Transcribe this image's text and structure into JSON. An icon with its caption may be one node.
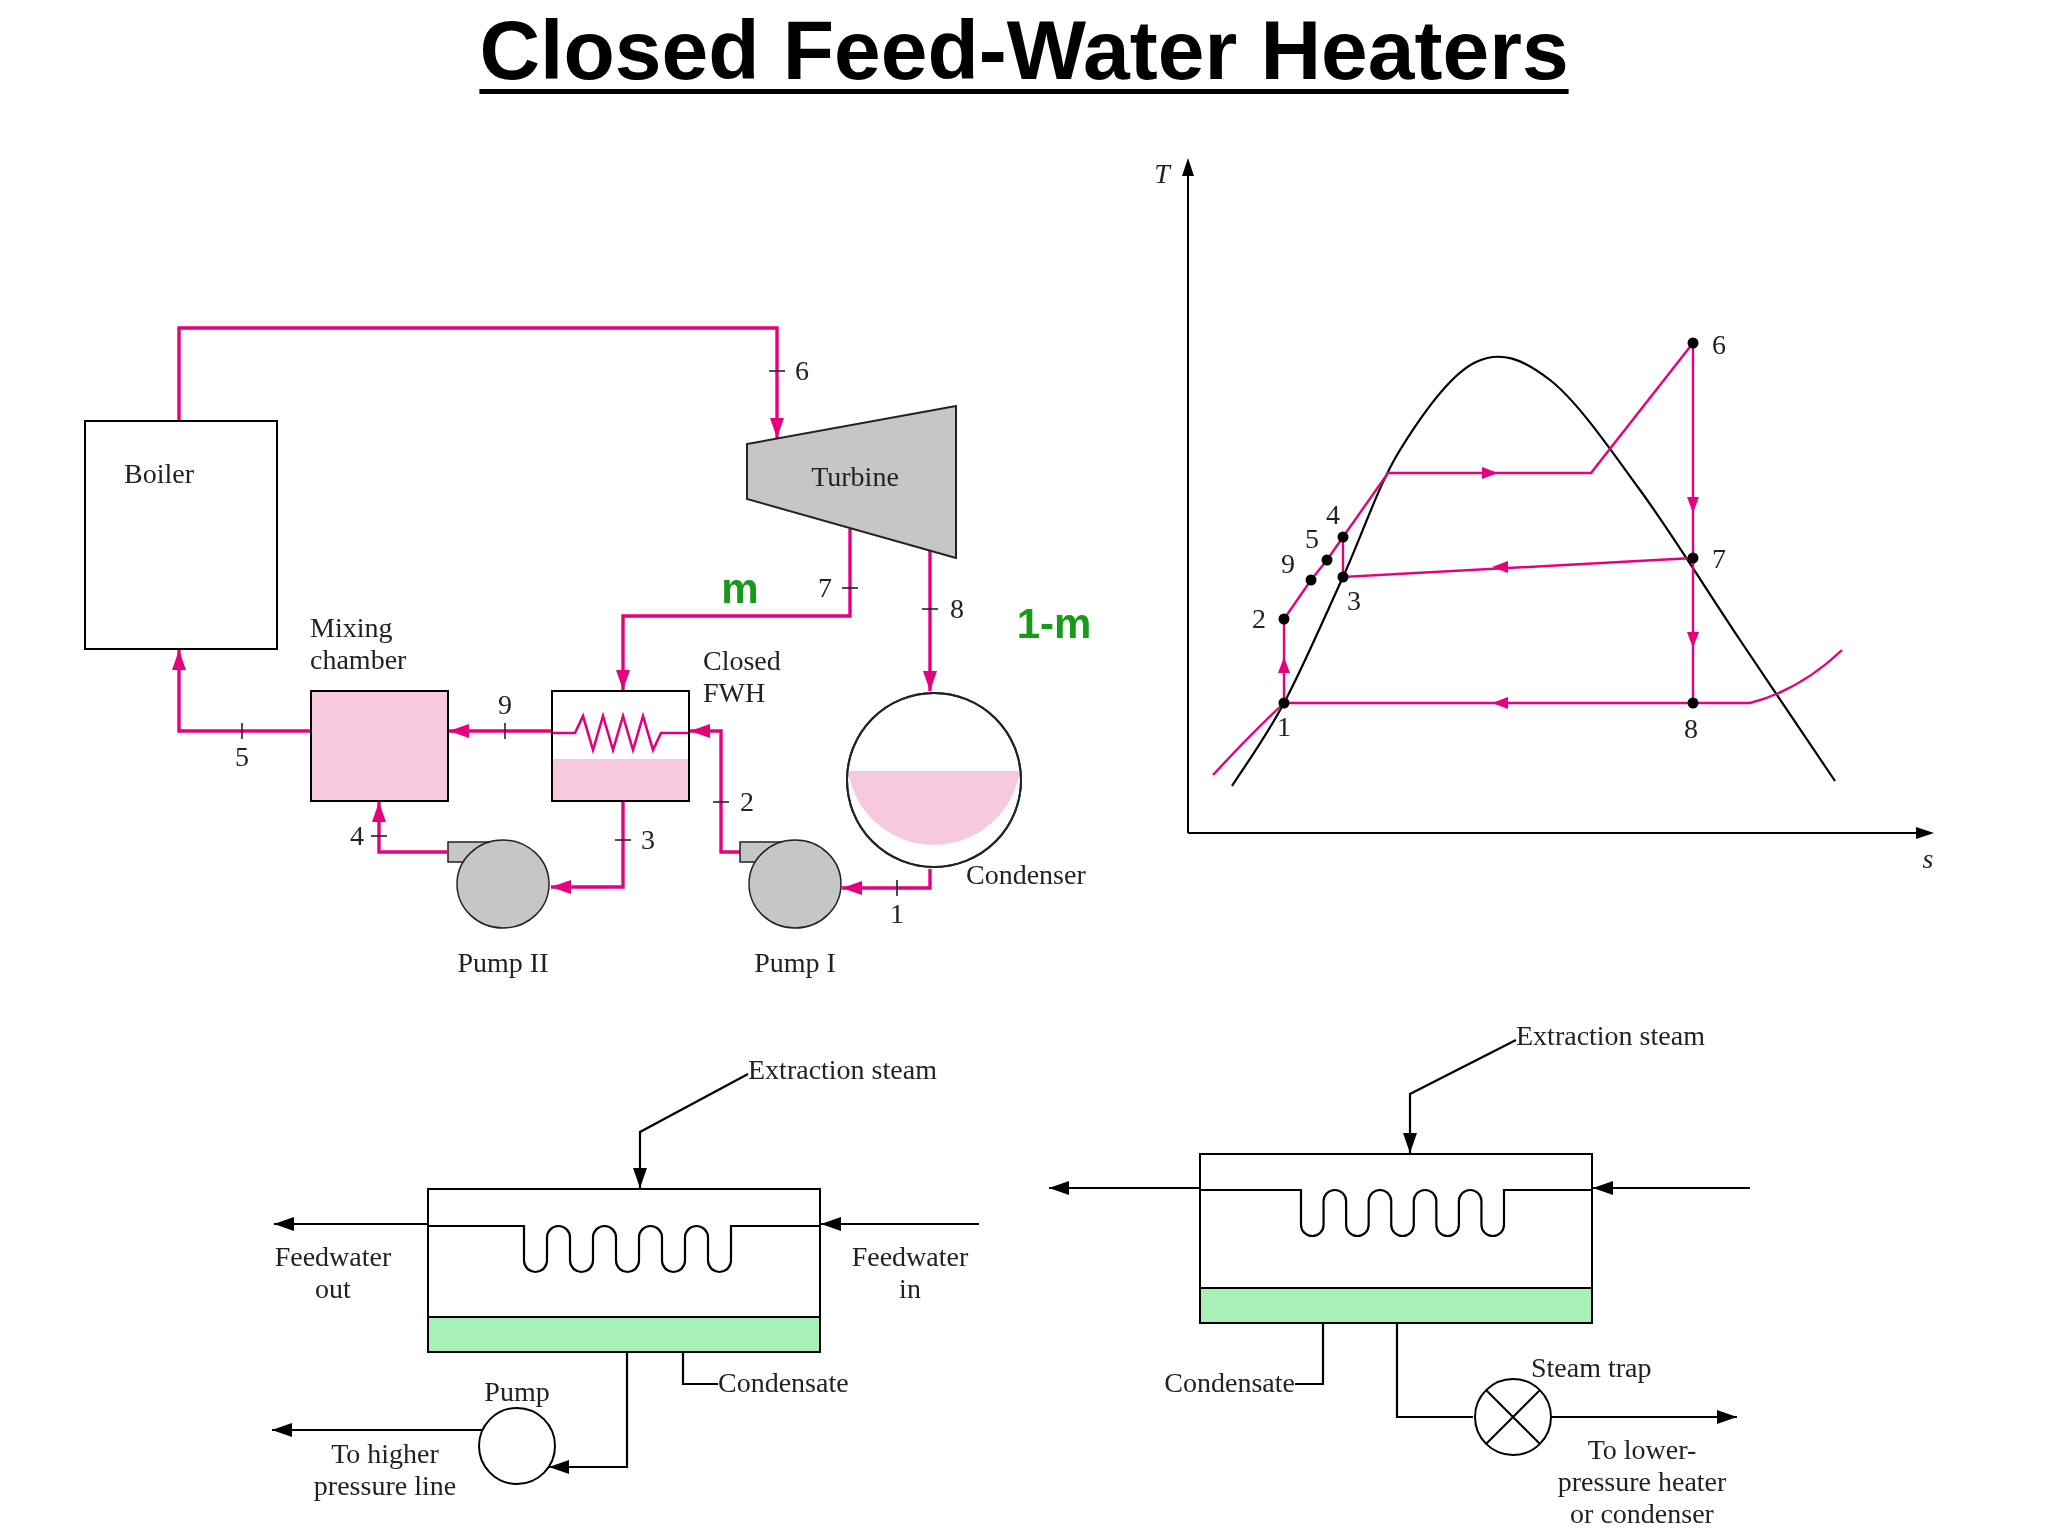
{
  "diagram": {
    "title": "Closed Feed-Water Heaters",
    "nodes": [
      {
        "text": [
          "Boiler"
        ]
      },
      {
        "text": [
          "Turbine"
        ]
      },
      {
        "text": [
          "Mixing chamber"
        ]
      },
      {
        "text": [
          "Closed FWH"
        ]
      },
      {
        "text": [
          "Condenser"
        ]
      },
      {
        "text": [
          "Pump II"
        ]
      },
      {
        "text": [
          "Pump I"
        ]
      },
      {
        "text": [],
        "shape": "box"
      },
      {
        "text": [],
        "shape": "bar",
        "in": 7
      },
      {
        "text": [
          "Extraction steam"
        ]
      },
      {
        "text": [
          "Condensate"
        ]
      },
      {
        "text": [
          "Pump"
        ]
      },
      {
        "text": [],
        "shape": "box"
      },
      {
        "text": [],
        "shape": "bar",
        "in": 12
      },
      {
        "text": [
          "Extraction steam"
        ]
      },
      {
        "text": [
          "Condensate"
        ]
      },
      {
        "text": [
          "Steam trap"
        ]
      }
    ],
    "edges": [
      {
        "from": 0,
        "to": 1,
        "arrow": "to",
        "label": "6",
        "color": "#e6007e"
      },
      {
        "from": 1,
        "to": 3,
        "arrow": "to",
        "label": "7",
        "color": "#e6007e"
      },
      {
        "from": 1,
        "to": 4,
        "arrow": "to",
        "label": "8",
        "color": "#e6007e"
      },
      {
        "from": 4,
        "to": 6,
        "arrow": "to",
        "label": "1",
        "color": "#e6007e"
      },
      {
        "from": 6,
        "to": 3,
        "arrow": "to",
        "label": "2",
        "color": "#e6007e"
      },
      {
        "from": 3,
        "to": 5,
        "arrow": "to",
        "label": "3",
        "color": "#e6007e"
      },
      {
        "from": 5,
        "to": 2,
        "arrow": "to",
        "label": "4",
        "color": "#e6007e"
      },
      {
        "from": 3,
        "to": 2,
        "arrow": "to",
        "label": "9",
        "color": "#e6007e"
      },
      {
        "from": 2,
        "to": 0,
        "arrow": "to",
        "label": "5",
        "color": "#e6007e"
      },
      {
        "from": 9,
        "to": 7,
        "arrow": "to"
      },
      {
        "from": null,
        "to": 7,
        "arrow": "to",
        "label": "Feedwater in"
      },
      {
        "from": 7,
        "to": null,
        "arrow": "to",
        "label": "Feedwater out"
      },
      {
        "from": 10,
        "to": 8,
        "arrow": "none"
      },
      {
        "from": 8,
        "to": 11,
        "arrow": "to"
      },
      {
        "from": 11,
        "to": null,
        "arrow": "to",
        "label": "To higher pressure line"
      },
      {
        "from": 14,
        "to": 12,
        "arrow": "to"
      },
      {
        "from": null,
        "to": 12,
        "arrow": "to"
      },
      {
        "from": 12,
        "to": null,
        "arrow": "to"
      },
      {
        "from": 15,
        "to": 13,
        "arrow": "none"
      },
      {
        "from": 13,
        "to": 16,
        "arrow": "none"
      },
      {
        "from": 16,
        "to": null,
        "arrow": "to",
        "label": "To lower-pressure heater or condenser"
      }
    ],
    "labels": [
      "T",
      "6",
      "4",
      "5",
      "9",
      "m",
      "7",
      "3",
      "2",
      "1-m",
      "1",
      "8",
      "s"
    ]
  }
}
